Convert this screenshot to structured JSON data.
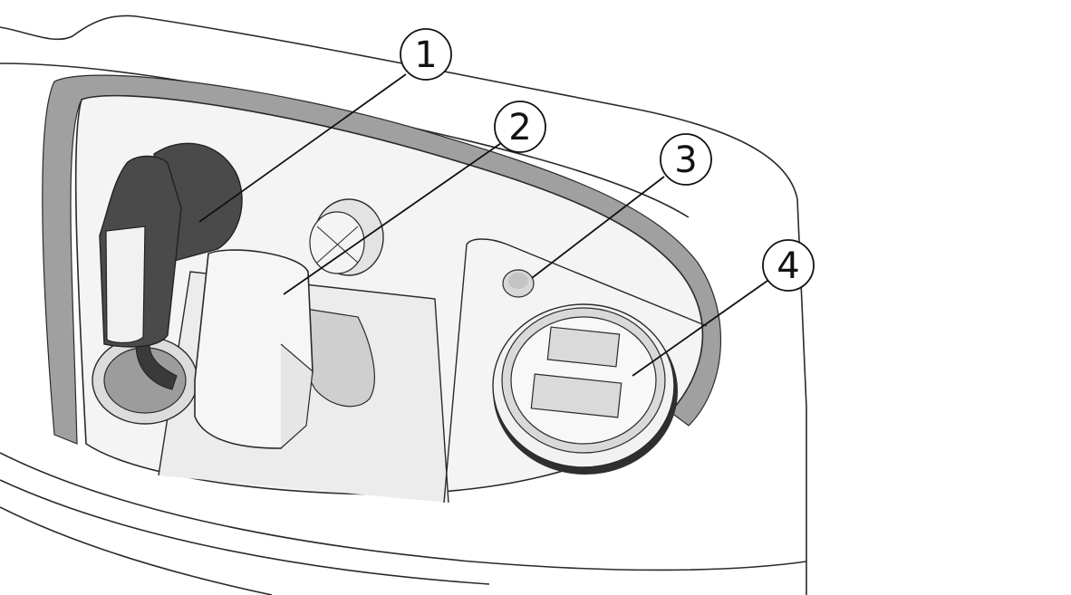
{
  "callouts": [
    {
      "id": "1",
      "label": "1",
      "target": "handle"
    },
    {
      "id": "2",
      "label": "2",
      "target": "cap"
    },
    {
      "id": "3",
      "label": "3",
      "target": "indicator"
    },
    {
      "id": "4",
      "label": "4",
      "target": "usb-socket"
    }
  ],
  "colors": {
    "line": "#2a2a2a",
    "light_fill": "#f1f1f1",
    "mid_gray": "#9a9a9a",
    "dark_gray": "#4a4a4a",
    "darker_gray": "#3a3a3a",
    "background": "#ffffff"
  }
}
